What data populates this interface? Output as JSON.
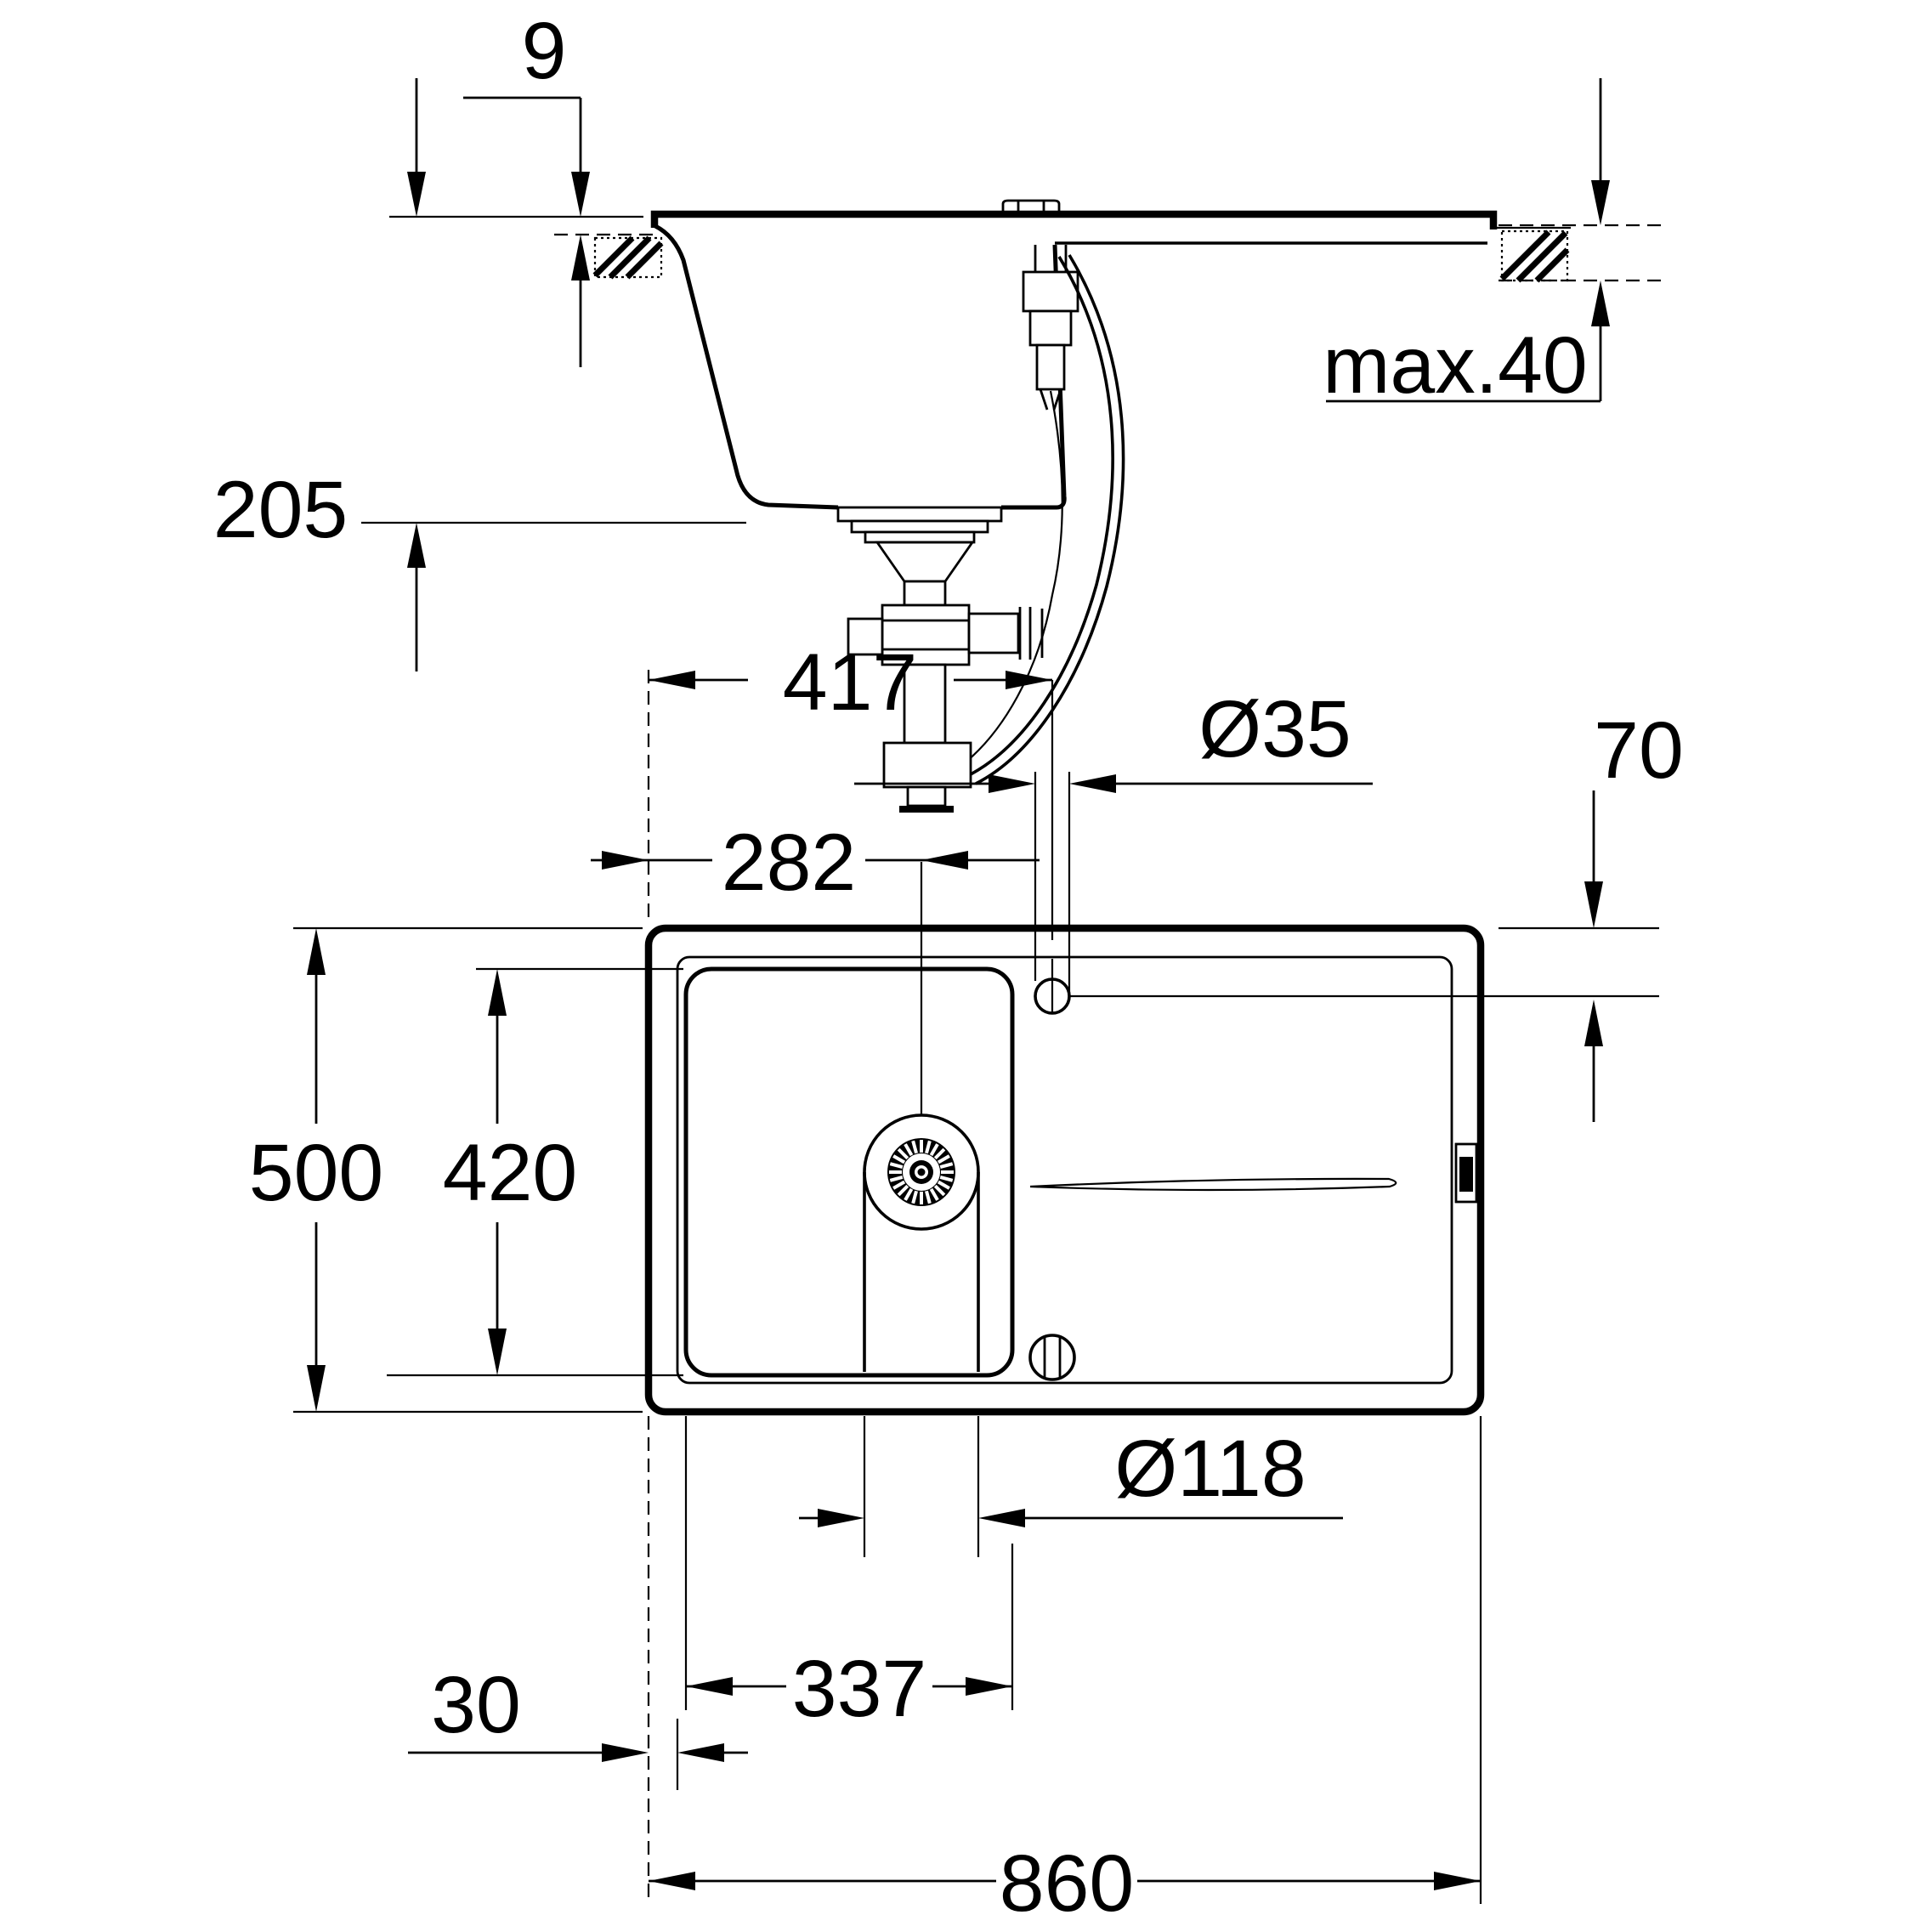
{
  "drawing": {
    "type": "technical-dimension-drawing",
    "subject": "kitchen sink with drainboard - installation drawing",
    "background_color": "#ffffff",
    "line_color": "#000000",
    "units": "mm"
  },
  "section_view": {
    "name": "side cross-section",
    "dims": {
      "rim_height_above_counter": "9",
      "bowl_depth": "205",
      "max_counter_thickness": "max.40"
    }
  },
  "plan_view": {
    "name": "top view",
    "dims": {
      "faucet_center_from_left": "417",
      "drain_center_from_left": "282",
      "faucet_hole_diameter": "Ø35",
      "faucet_center_from_back": "70",
      "overall_depth": "500",
      "bowl_inner_depth": "420",
      "drain_recess_diameter": "Ø118",
      "bowl_inner_width": "337",
      "rim_width": "30",
      "overall_width": "860"
    }
  }
}
